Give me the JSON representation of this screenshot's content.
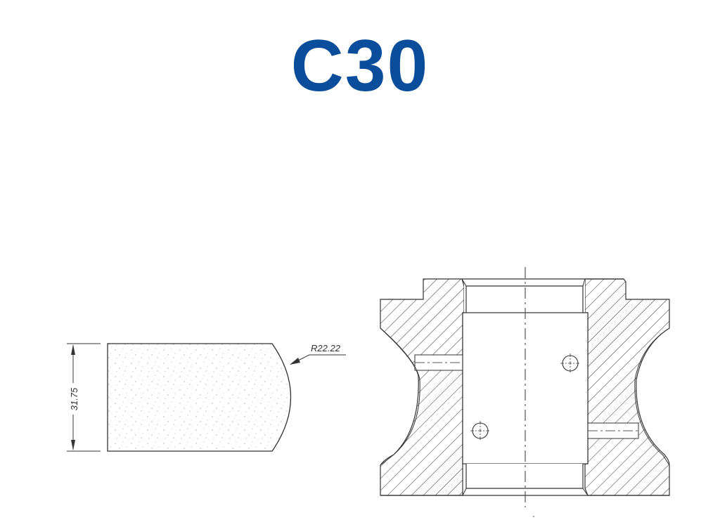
{
  "title": {
    "text": "C30",
    "color": "#0a4e9b"
  },
  "profile_view": {
    "height_dimension": "31.75",
    "radius_callout": "R22.22"
  },
  "section_view": {
    "label": "cross-section with hatching, bore, two pin holes"
  }
}
